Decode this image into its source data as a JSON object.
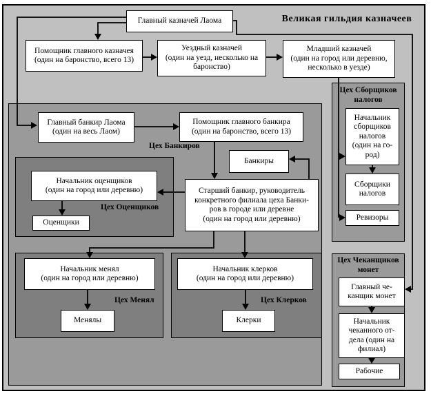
{
  "title": "Великая гильдия казначеев",
  "colors": {
    "canvas": "#c0c0c0",
    "guild": "#9a9a9a",
    "subguild": "#7f7f7f",
    "node_bg": "#ffffff",
    "line": "#000000"
  },
  "nodes": {
    "glavny_kaznachey": "Главный казначей Лаома",
    "pomoshchnik_kaznacheya": "Помощник главного казначея\n(один на баронство, всего 13)",
    "uezdny_kaznachey": "Уездный казначей\n(один на уезд, несколько на\nбаронство)",
    "mladshiy_kaznachey": "Младший казначей\n(один на город или деревню,\nнесколько в уезде)",
    "glavny_bankir": "Главный банкир Лаома\n(один на весь Лаом)",
    "pomoshchnik_bankira": "Помощник главного банкира\n(один на баронство, всего 13)",
    "bankiry": "Банкиры",
    "starshiy_bankir": "Старший банкир, руководитель\nконкретного филиала цеха Банки-\nров в городе или деревне\n(один на город или деревню)",
    "nachalnik_otsenshchikov": "Начальник оценщиков\n(один на город или деревню)",
    "otsenshchiki": "Оценщики",
    "nachalnik_menyal": "Начальник менял\n(один на город или деревню)",
    "menyaly": "Менялы",
    "nachalnik_klerkov": "Начальник клерков\n(один на город или деревню)",
    "klerki": "Клерки",
    "nachalnik_sborshchikov": "Начальник\nсборщиков\nналогов\n(один на го-\nрод)",
    "sborshchiki_nalogov": "Сборщики\nналогов",
    "revizory": "Ревизоры",
    "glavny_chekanshchik": "Главный че-\nканщик монет",
    "nachalnik_chekannogo_otdela": "Начальник\nчеканного от-\nдела (один на\nфилиал)",
    "rabochie": "Рабочие"
  },
  "guild_labels": {
    "bankirov": "Цех Банкиров",
    "otsenshchikov": "Цех Оценщиков",
    "menyal": "Цех Менял",
    "klerkov": "Цех Клерков",
    "sborshchikov_nalogov": "Цех Сборщиков\nналогов",
    "chekanshchikov_monet": "Цех Чеканщиков\nмонет"
  }
}
